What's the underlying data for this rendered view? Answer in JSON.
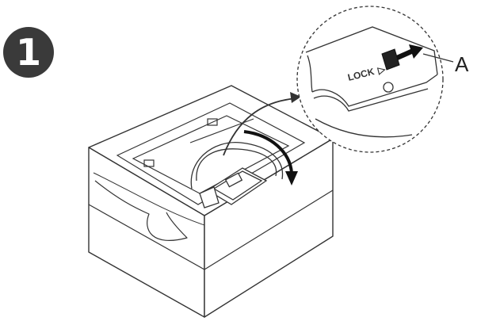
{
  "step": {
    "number": "1"
  },
  "callout": {
    "label": "A",
    "lock_text": "LOCK",
    "lock_symbol": "▷"
  },
  "icons": {
    "step": "step-number-badge-icon",
    "box": "packaged-box-icon",
    "tv": "tv-back-panel-icon",
    "stand": "stand-bracket-icon",
    "arrow_curved": "curved-arrow-icon",
    "arrow_push": "push-arrow-icon",
    "zoom": "zoom-callout-icon"
  },
  "colors": {
    "stroke": "#333333",
    "badge": "#3a3a3a",
    "fill": "#ffffff"
  }
}
